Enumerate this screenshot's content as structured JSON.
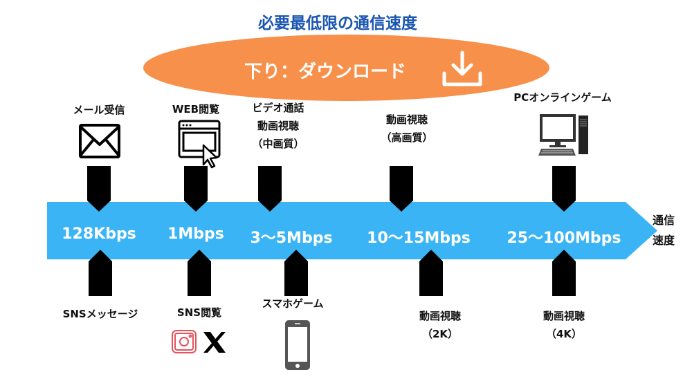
{
  "title": "必要最低限の通信速度",
  "banner": {
    "label": "下り：ダウンロード",
    "icon": "download-icon",
    "color": "#f7904a"
  },
  "axis": {
    "label_line1": "通信",
    "label_line2": "速度",
    "color": "#3bb4f5"
  },
  "speeds": [
    "128Kbps",
    "1Mbps",
    "3〜5Mbps",
    "10〜15Mbps",
    "25〜100Mbps"
  ],
  "top_items": [
    {
      "lines": [
        "メール受信"
      ],
      "icon": "envelope-icon"
    },
    {
      "lines": [
        "WEB閲覧"
      ],
      "icon": "browser-cursor-icon"
    },
    {
      "lines": [
        "ビデオ通話",
        "動画視聴",
        "（中画質）"
      ]
    },
    {
      "lines": [
        "動画視聴",
        "（高画質）"
      ]
    },
    {
      "lines": [
        "PCオンラインゲーム"
      ],
      "icon": "desktop-pc-icon"
    }
  ],
  "bottom_items": [
    {
      "lines": [
        "SNSメッセージ"
      ]
    },
    {
      "lines": [
        "SNS閲覧"
      ],
      "icons": [
        "instagram-icon",
        "x-logo-icon"
      ]
    },
    {
      "lines": [
        "スマホゲーム"
      ],
      "icon": "smartphone-icon"
    },
    {
      "lines": [
        "動画視聴",
        "（2K）"
      ]
    },
    {
      "lines": [
        "動画視聴",
        "（4K）"
      ]
    }
  ]
}
